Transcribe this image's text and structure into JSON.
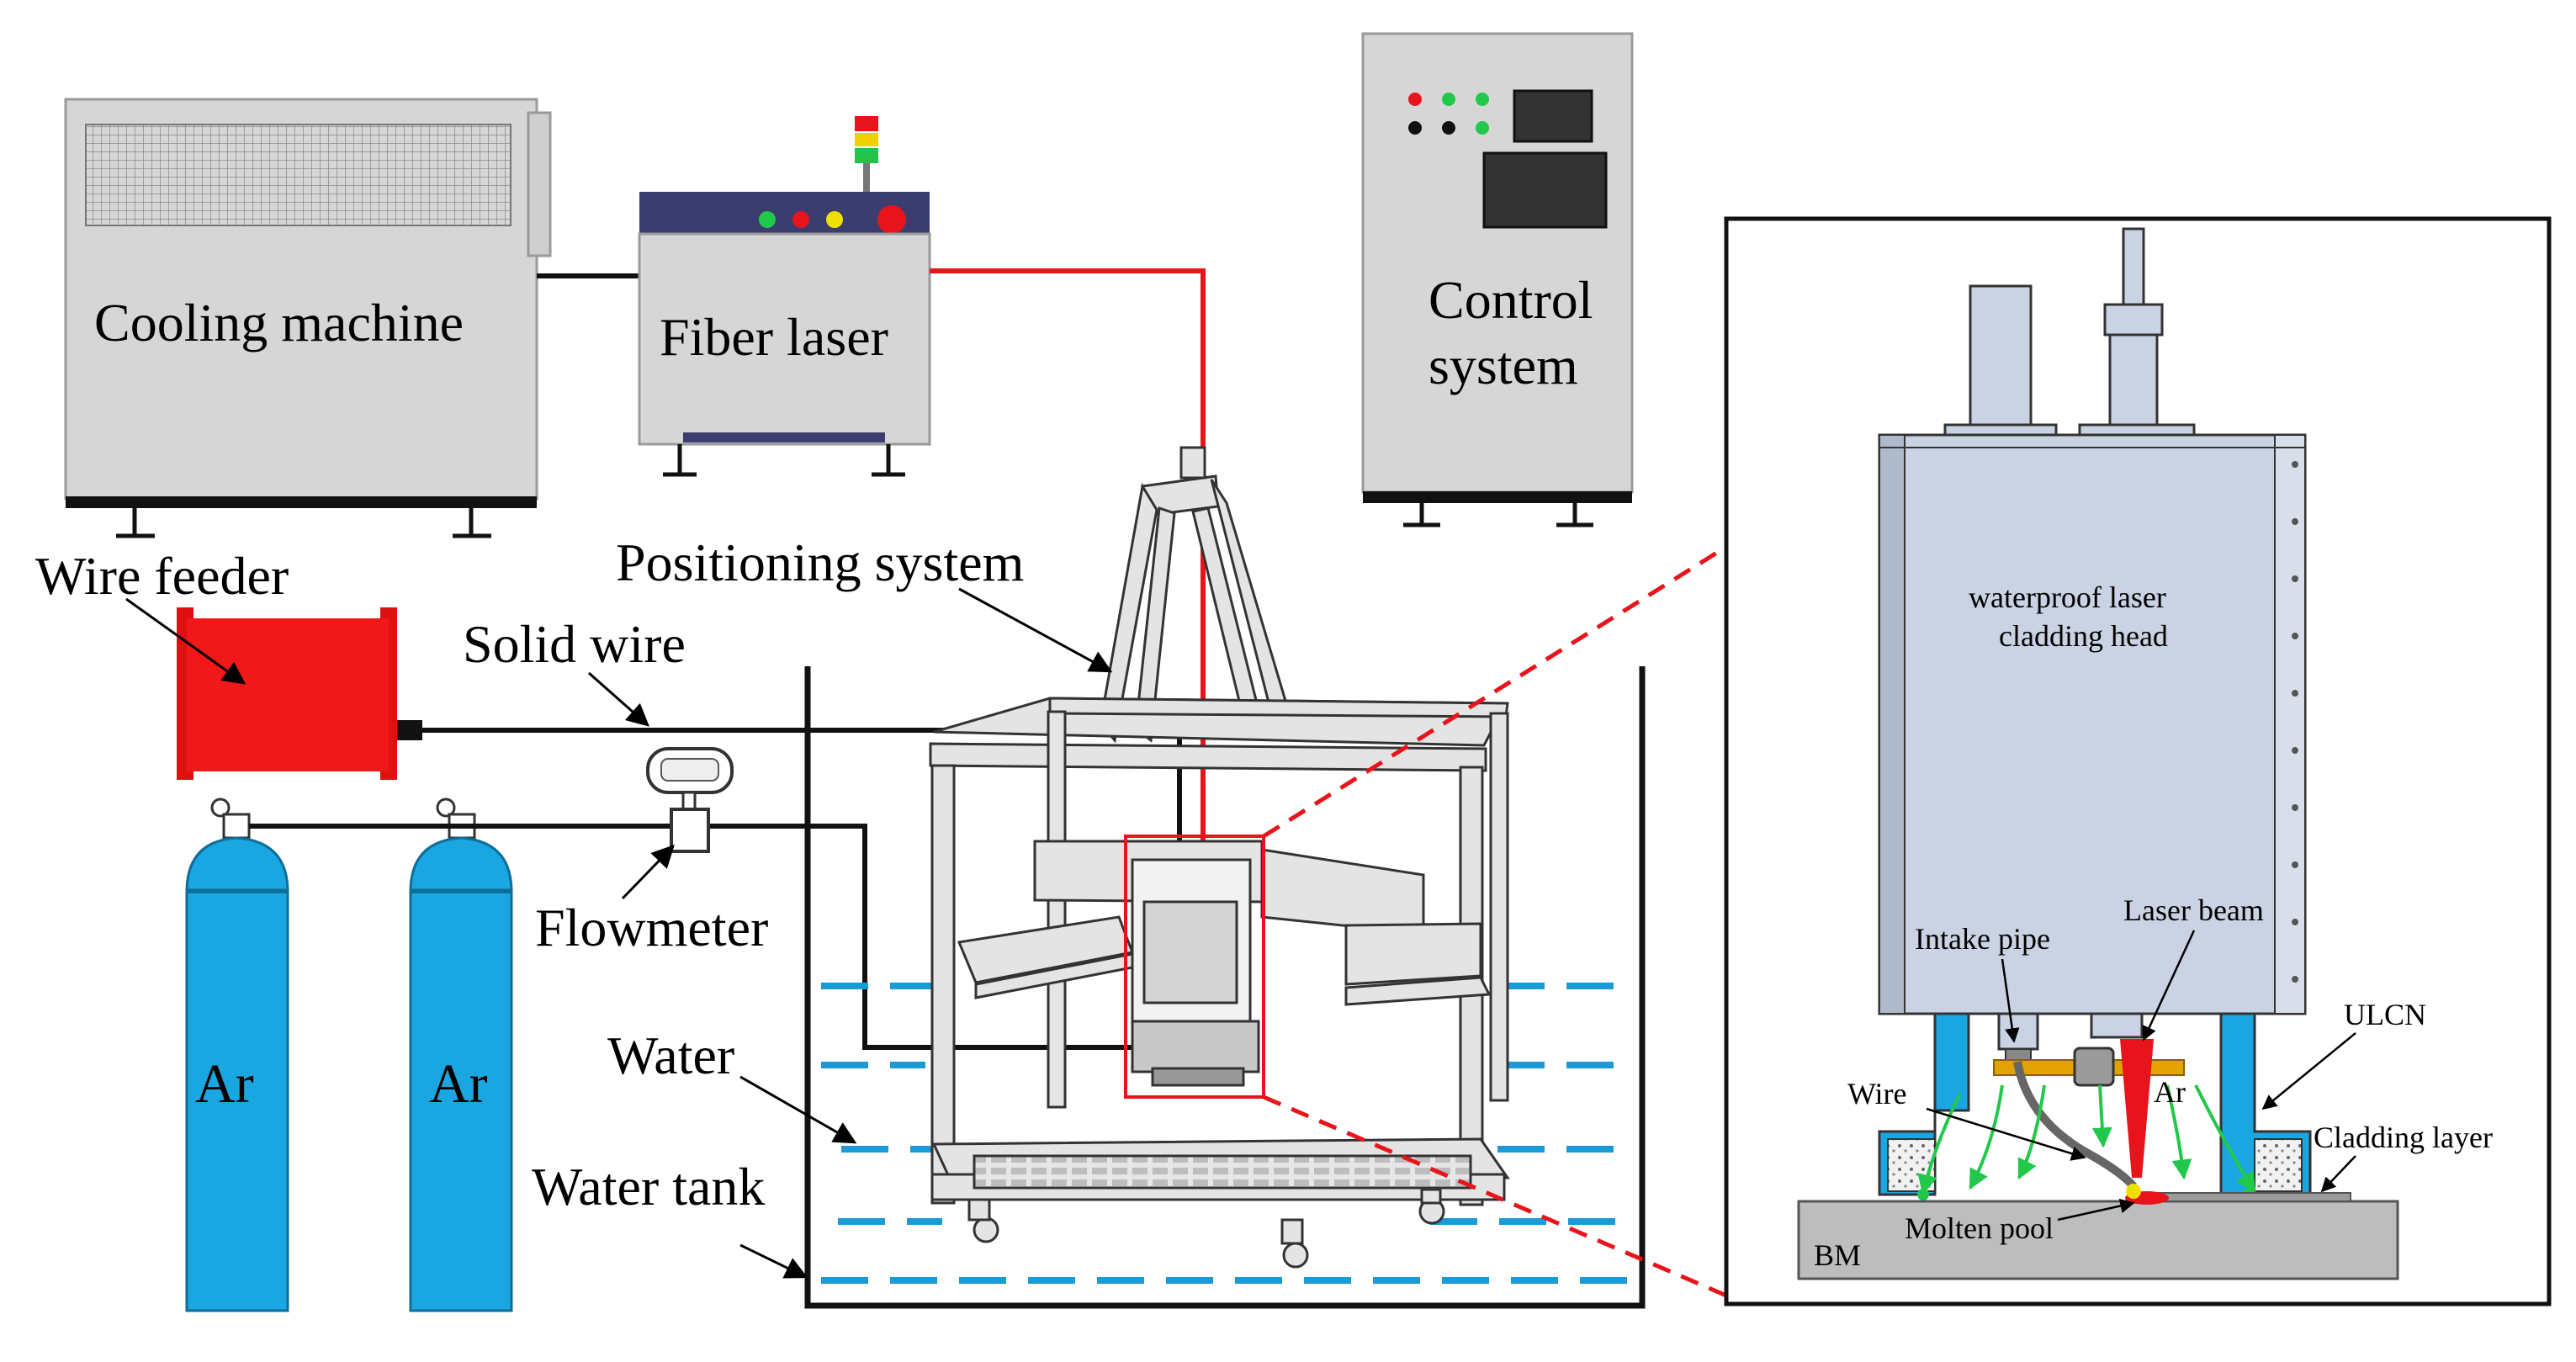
{
  "labels": {
    "cooling_machine": "Cooling machine",
    "fiber_laser": "Fiber laser",
    "control_system_line1": "Control",
    "control_system_line2": "system",
    "wire_feeder": "Wire feeder",
    "solid_wire": "Solid wire",
    "positioning_system": "Positioning system",
    "flowmeter": "Flowmeter",
    "water": "Water",
    "water_tank": "Water tank",
    "argon_1": "Ar",
    "argon_2": "Ar"
  },
  "detail": {
    "head_line1": "waterproof laser",
    "head_line2": "cladding head",
    "intake_pipe": "Intake pipe",
    "laser_beam": "Laser beam",
    "ulcn": "ULCN",
    "wire": "Wire",
    "ar": "Ar",
    "cladding_layer": "Cladding layer",
    "molten_pool": "Molten pool",
    "bm": "BM"
  },
  "colors": {
    "laser_red": "#e8141c",
    "argon_blue": "#1aa6e0",
    "water_blue": "#1a9ad6",
    "machine_gray": "#d4d4d4",
    "head_blue": "#c9d3e3",
    "feeder_red": "#f01818",
    "gas_green": "#22c84a",
    "panel_navy": "#3a3d6e"
  }
}
